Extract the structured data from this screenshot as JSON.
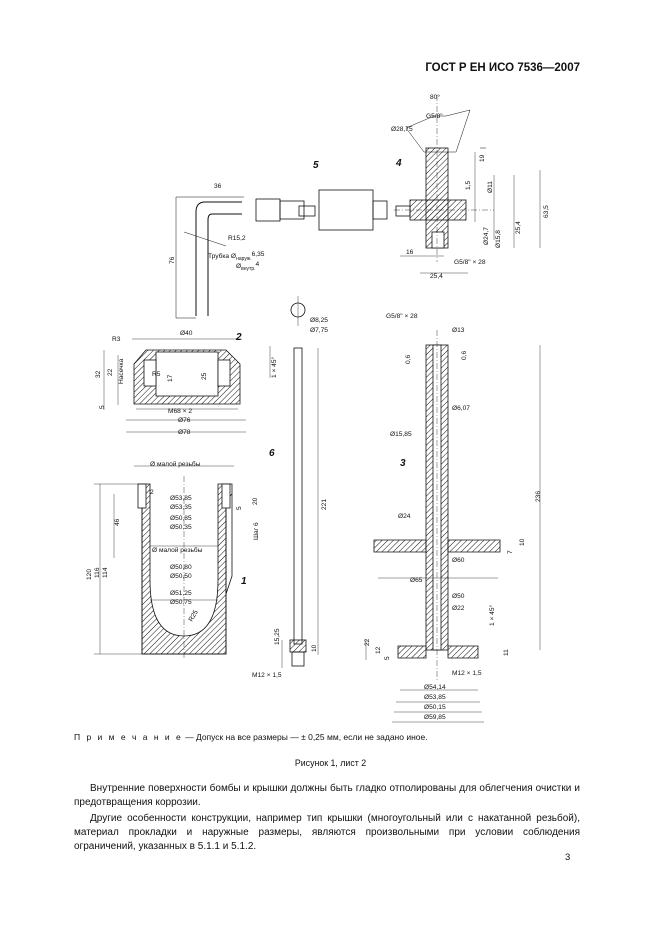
{
  "header": {
    "standard": "ГОСТ Р ЕН ИСО 7536—2007"
  },
  "note": {
    "lead": "П р и м е ч а н и е",
    "text": " — Допуск на все размеры — ± 0,25 мм, если не задано иное."
  },
  "caption": "Рисунок 1, лист 2",
  "paragraphs": [
    "Внутренние поверхности бомбы и крышки должны быть гладко отполированы для облегчения очистки и предотвращения коррозии.",
    "Другие особенности конструкции, например тип крышки (многоугольный или с накатанной резьбой), материал прокладки и наружные размеры, являются произвольными при условии соблюдения ограничений, указанных в 5.1.1 и 5.1.2."
  ],
  "page_number": "3",
  "drawing": {
    "callouts": {
      "c1": "1",
      "c2": "2",
      "c3": "3",
      "c4": "4",
      "c5": "5",
      "c6": "6"
    },
    "dims": {
      "d36": "36",
      "d76": "76",
      "r152": "R15,2",
      "tube_a": "Трубка Ø",
      "tube_b": "наруж.",
      "tube_c": "6,35",
      "tube_d": "Ø",
      "tube_e": "внутр.",
      "tube_f": "4",
      "a80": "80°",
      "g58": "G5/8\"",
      "d2875": "Ø28,75",
      "d19": "19",
      "d15": "1,5",
      "d511": "Ø11",
      "d247": "Ø24,7",
      "d158": "Ø15,8",
      "d254": "25,4",
      "d635": "63,5",
      "d16": "16",
      "d254b": "25,4",
      "g58x28": "G5/8\" × 28",
      "r3": "R3",
      "r5": "R5",
      "d40": "Ø40",
      "d32": "32",
      "d22": "22",
      "d5": "5",
      "knurl": "Насечка",
      "d17": "17",
      "d25": "25",
      "m68": "M68 × 2",
      "d76b": "Ø76",
      "d78": "Ø78",
      "thr1": "Ø малой резьбы",
      "d5385": "Ø53,85",
      "d5335": "Ø53,35",
      "d2": "2",
      "d20": "20",
      "d5085": "Ø50,85",
      "d5035": "Ø50,35",
      "d5b": "5",
      "pitch": "Шаг 6",
      "thr2": "Ø малой резьбы",
      "d5080": "Ø50,80",
      "d5050": "Ø50,50",
      "d5125": "Ø51,25",
      "d5075": "Ø50,75",
      "d46": "46",
      "d120": "120",
      "d116": "116",
      "d114": "114",
      "r25": "R25",
      "d835": "Ø8,25",
      "d775": "Ø7,75",
      "c145": "1 × 45°",
      "d221": "221",
      "d1525": "15,25",
      "d10": "10",
      "m12a": "M12 × 1,5",
      "g58x28b": "G5/8\" × 28",
      "d13": "Ø13",
      "d06": "0,6",
      "d06b": "0,6",
      "d607": "Ø6,07",
      "d1585": "Ø15,85",
      "d24": "Ø24",
      "d236": "236",
      "d10b": "10",
      "d7": "7",
      "d60": "Ø60",
      "d65": "Ø65",
      "d50": "Ø50",
      "d22b": "Ø22",
      "c145b": "1 × 45°",
      "d22c": "22",
      "d12": "12",
      "d5a": "5",
      "d11": "11",
      "m12b": "M12 × 1,5",
      "d5414": "Ø54,14",
      "d5385b": "Ø53,85",
      "d5015": "Ø50,15",
      "d5985": "Ø59,85"
    }
  }
}
